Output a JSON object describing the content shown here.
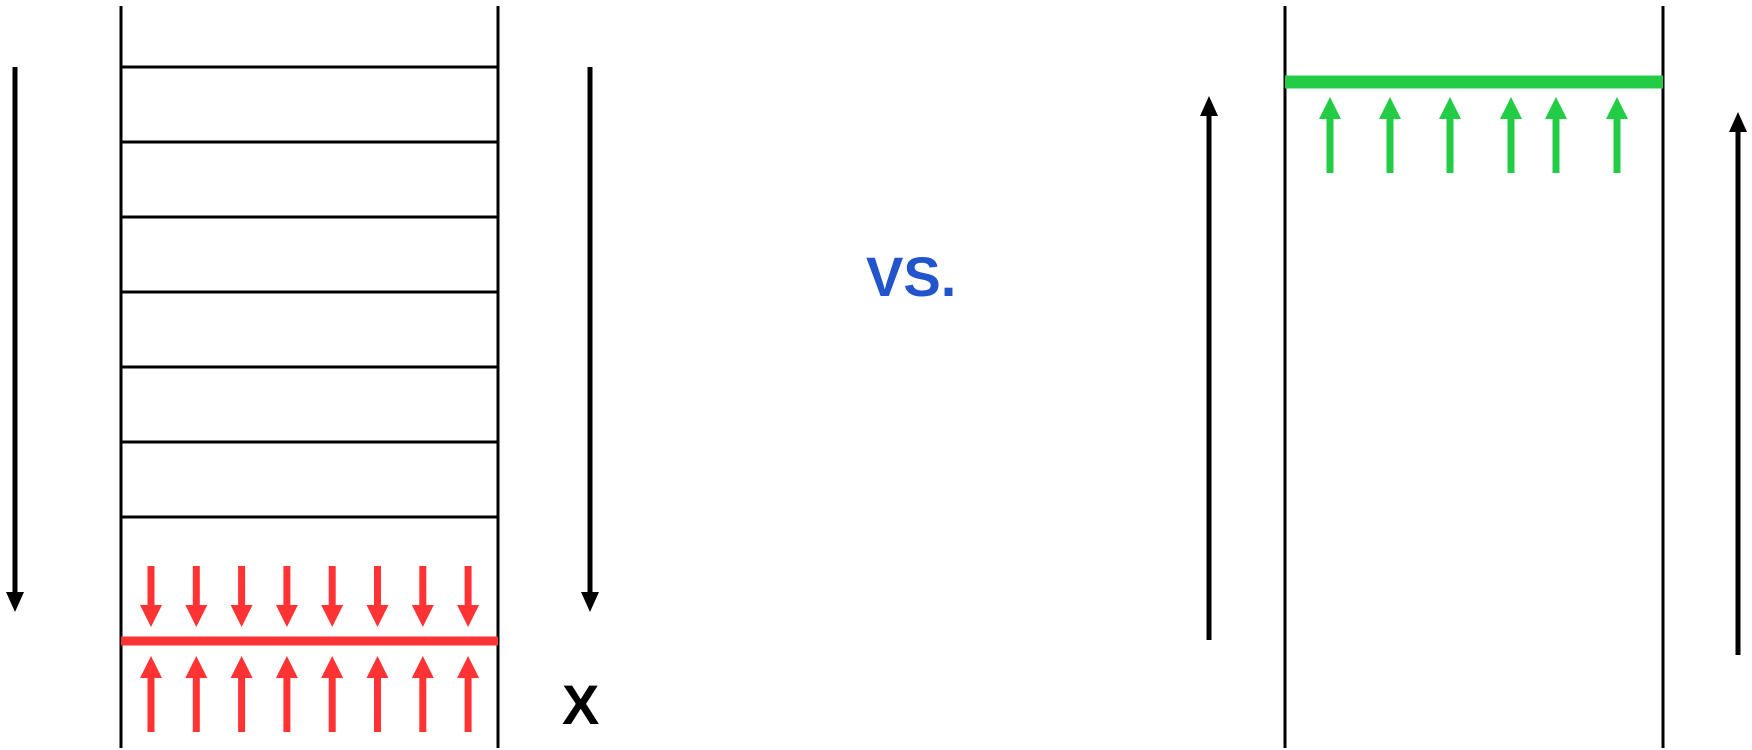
{
  "labels": {
    "vs": "VS.",
    "x": "X"
  },
  "colors": {
    "line": "#000000",
    "red": "#ff3333",
    "green": "#22cc44",
    "blue": "#2255cc"
  },
  "left_diagram": {
    "shelf_count": 7,
    "red_arrows_down": 8,
    "red_arrows_up": 8
  },
  "right_diagram": {
    "green_arrows_up": 6
  }
}
